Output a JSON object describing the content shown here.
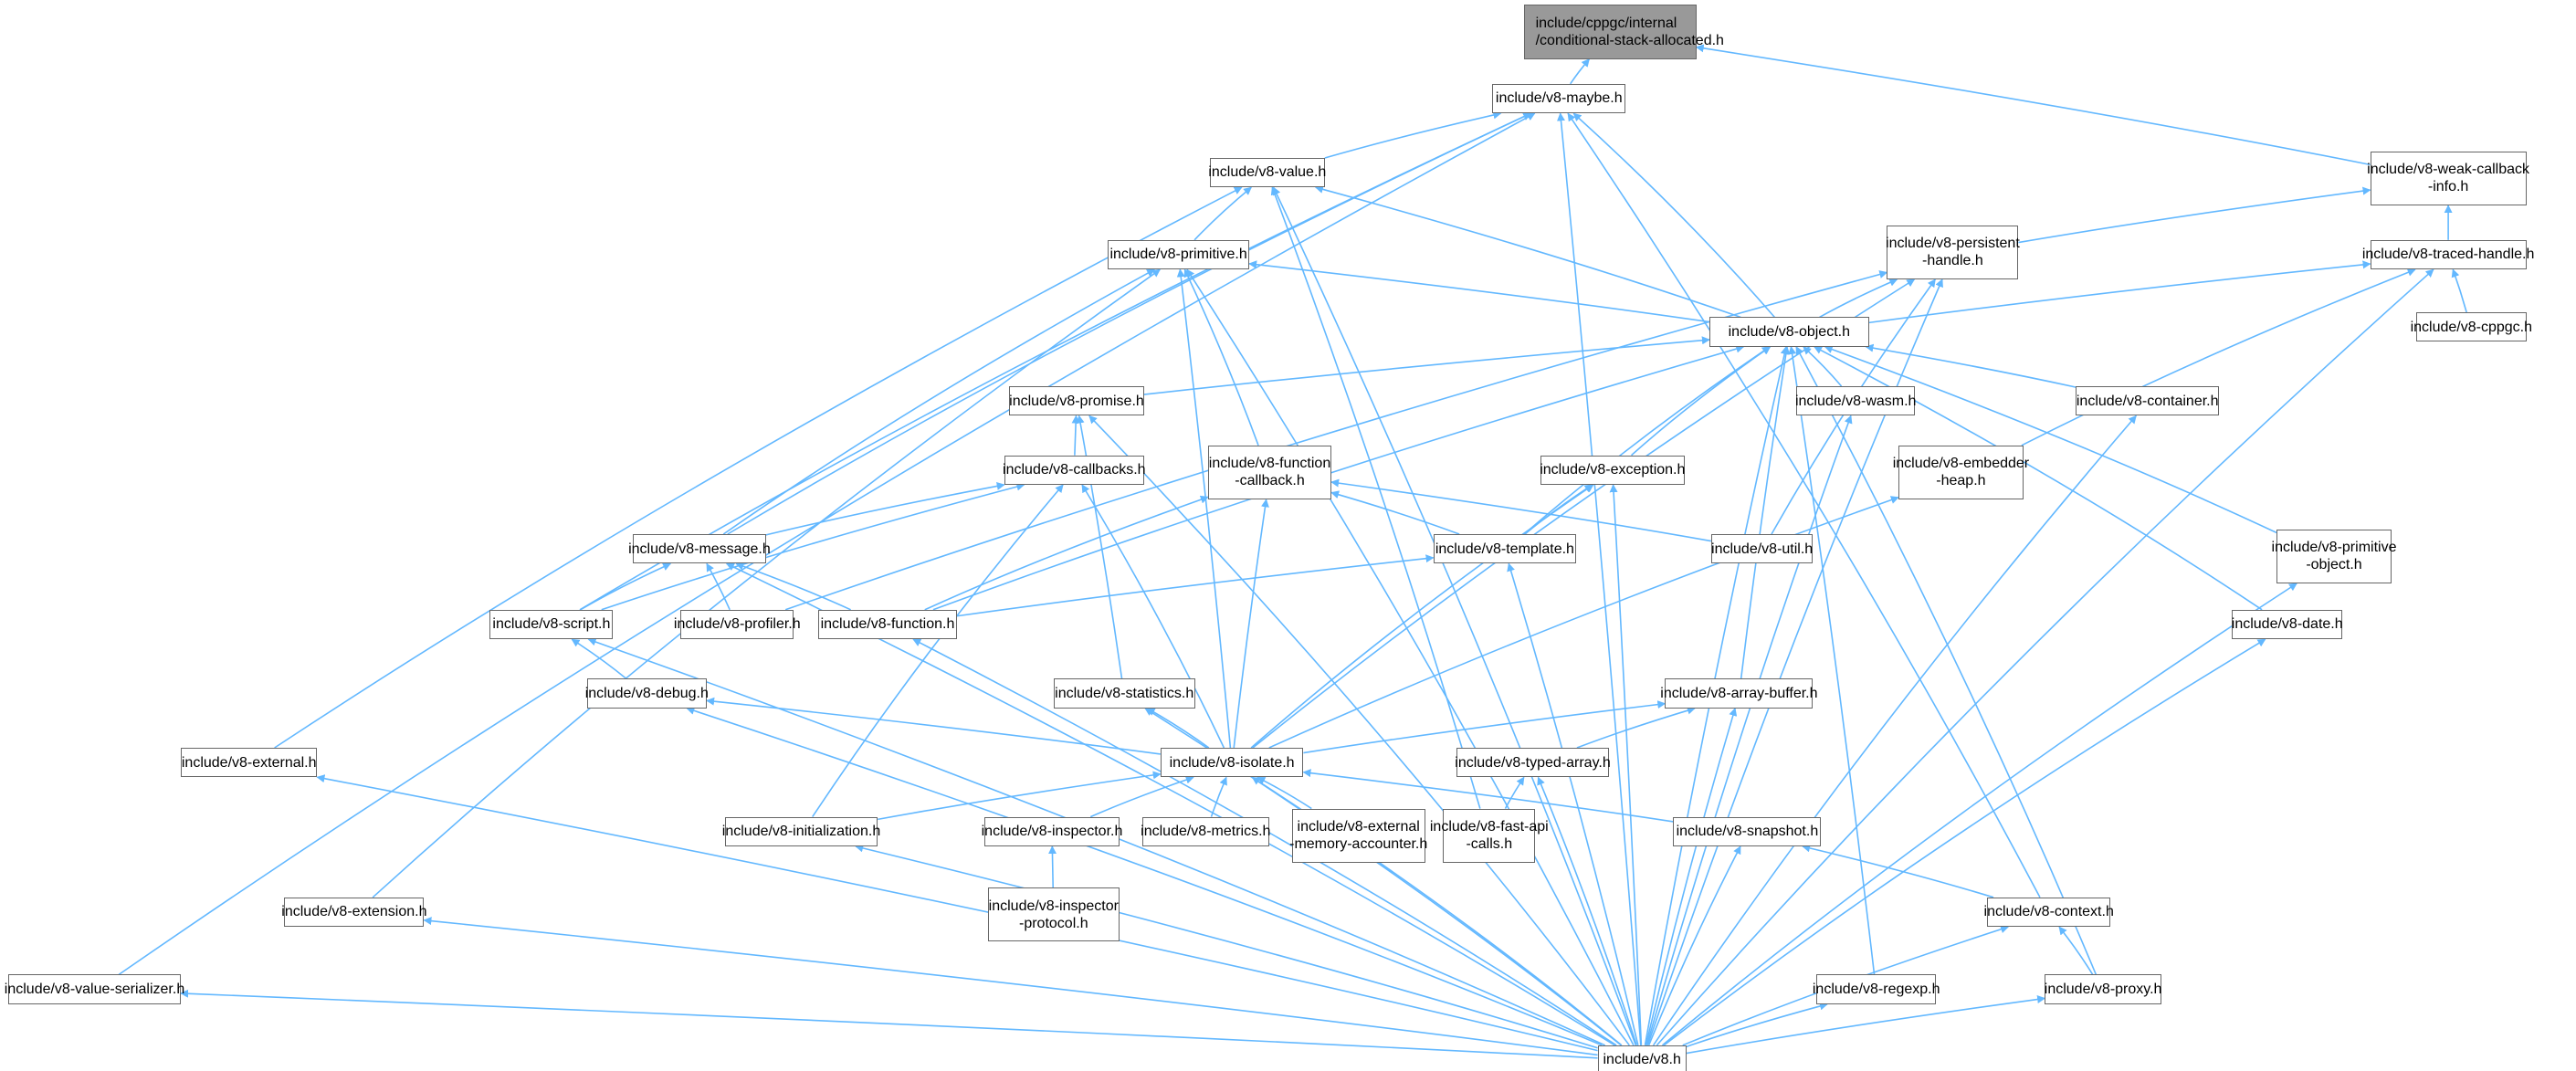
{
  "graph": {
    "edge_color": "#63b8ff",
    "root_fill": "#999999",
    "nodes": [
      {
        "id": "cppgc",
        "lines": [
          "include/cppgc/internal",
          "/conditional-stack-allocated.h"
        ]
      },
      {
        "id": "maybe",
        "lines": [
          "include/v8-maybe.h"
        ]
      },
      {
        "id": "value",
        "lines": [
          "include/v8-value.h"
        ]
      },
      {
        "id": "weakcb",
        "lines": [
          "include/v8-weak-callback",
          "-info.h"
        ]
      },
      {
        "id": "persistent",
        "lines": [
          "include/v8-persistent",
          "-handle.h"
        ]
      },
      {
        "id": "traced",
        "lines": [
          "include/v8-traced-handle.h"
        ]
      },
      {
        "id": "primitive",
        "lines": [
          "include/v8-primitive.h"
        ]
      },
      {
        "id": "object",
        "lines": [
          "include/v8-object.h"
        ]
      },
      {
        "id": "cppgch",
        "lines": [
          "include/v8-cppgc.h"
        ]
      },
      {
        "id": "promise",
        "lines": [
          "include/v8-promise.h"
        ]
      },
      {
        "id": "wasm",
        "lines": [
          "include/v8-wasm.h"
        ]
      },
      {
        "id": "container",
        "lines": [
          "include/v8-container.h"
        ]
      },
      {
        "id": "callbacks",
        "lines": [
          "include/v8-callbacks.h"
        ]
      },
      {
        "id": "funccb",
        "lines": [
          "include/v8-function",
          "-callback.h"
        ]
      },
      {
        "id": "exception",
        "lines": [
          "include/v8-exception.h"
        ]
      },
      {
        "id": "embedder",
        "lines": [
          "include/v8-embedder",
          "-heap.h"
        ]
      },
      {
        "id": "message",
        "lines": [
          "include/v8-message.h"
        ]
      },
      {
        "id": "template",
        "lines": [
          "include/v8-template.h"
        ]
      },
      {
        "id": "util",
        "lines": [
          "include/v8-util.h"
        ]
      },
      {
        "id": "primobj",
        "lines": [
          "include/v8-primitive",
          "-object.h"
        ]
      },
      {
        "id": "script",
        "lines": [
          "include/v8-script.h"
        ]
      },
      {
        "id": "profiler",
        "lines": [
          "include/v8-profiler.h"
        ]
      },
      {
        "id": "function",
        "lines": [
          "include/v8-function.h"
        ]
      },
      {
        "id": "date",
        "lines": [
          "include/v8-date.h"
        ]
      },
      {
        "id": "statistics",
        "lines": [
          "include/v8-statistics.h"
        ]
      },
      {
        "id": "debug",
        "lines": [
          "include/v8-debug.h"
        ]
      },
      {
        "id": "arraybuffer",
        "lines": [
          "include/v8-array-buffer.h"
        ]
      },
      {
        "id": "external",
        "lines": [
          "include/v8-external.h"
        ]
      },
      {
        "id": "isolate",
        "lines": [
          "include/v8-isolate.h"
        ]
      },
      {
        "id": "typedarray",
        "lines": [
          "include/v8-typed-array.h"
        ]
      },
      {
        "id": "init",
        "lines": [
          "include/v8-initialization.h"
        ]
      },
      {
        "id": "inspector",
        "lines": [
          "include/v8-inspector.h"
        ]
      },
      {
        "id": "metrics",
        "lines": [
          "include/v8-metrics.h"
        ]
      },
      {
        "id": "extmem",
        "lines": [
          "include/v8-external",
          "-memory-accounter.h"
        ]
      },
      {
        "id": "fastapi",
        "lines": [
          "include/v8-fast-api",
          "-calls.h"
        ]
      },
      {
        "id": "snapshot",
        "lines": [
          "include/v8-snapshot.h"
        ]
      },
      {
        "id": "inspproto",
        "lines": [
          "include/v8-inspector",
          "-protocol.h"
        ]
      },
      {
        "id": "extension",
        "lines": [
          "include/v8-extension.h"
        ]
      },
      {
        "id": "context",
        "lines": [
          "include/v8-context.h"
        ]
      },
      {
        "id": "valser",
        "lines": [
          "include/v8-value-serializer.h"
        ]
      },
      {
        "id": "regexp",
        "lines": [
          "include/v8-regexp.h"
        ]
      },
      {
        "id": "proxy",
        "lines": [
          "include/v8-proxy.h"
        ]
      },
      {
        "id": "v8",
        "lines": [
          "include/v8.h"
        ]
      }
    ],
    "edges": [
      [
        "maybe",
        "cppgc"
      ],
      [
        "weakcb",
        "cppgc"
      ],
      [
        "value",
        "maybe"
      ],
      [
        "object",
        "maybe"
      ],
      [
        "valser",
        "maybe"
      ],
      [
        "script",
        "maybe"
      ],
      [
        "message",
        "maybe"
      ],
      [
        "context",
        "maybe"
      ],
      [
        "v8",
        "maybe"
      ],
      [
        "external",
        "value"
      ],
      [
        "primitive",
        "value"
      ],
      [
        "object",
        "value"
      ],
      [
        "v8",
        "value"
      ],
      [
        "fastapi",
        "value"
      ],
      [
        "persistent",
        "weakcb"
      ],
      [
        "traced",
        "weakcb"
      ],
      [
        "object",
        "persistent"
      ],
      [
        "isolate",
        "persistent"
      ],
      [
        "util",
        "persistent"
      ],
      [
        "profiler",
        "persistent"
      ],
      [
        "v8",
        "persistent"
      ],
      [
        "object",
        "traced"
      ],
      [
        "cppgch",
        "traced"
      ],
      [
        "embedder",
        "traced"
      ],
      [
        "v8",
        "traced"
      ],
      [
        "object",
        "primitive"
      ],
      [
        "message",
        "primitive"
      ],
      [
        "funccb",
        "primitive"
      ],
      [
        "isolate",
        "primitive"
      ],
      [
        "extension",
        "primitive"
      ],
      [
        "v8",
        "primitive"
      ],
      [
        "promise",
        "object"
      ],
      [
        "wasm",
        "object"
      ],
      [
        "container",
        "object"
      ],
      [
        "exception",
        "object"
      ],
      [
        "template",
        "object"
      ],
      [
        "arraybuffer",
        "object"
      ],
      [
        "primobj",
        "object"
      ],
      [
        "date",
        "object"
      ],
      [
        "function",
        "object"
      ],
      [
        "regexp",
        "object"
      ],
      [
        "proxy",
        "object"
      ],
      [
        "v8",
        "object"
      ],
      [
        "callbacks",
        "promise"
      ],
      [
        "statistics",
        "promise"
      ],
      [
        "v8",
        "promise"
      ],
      [
        "message",
        "callbacks"
      ],
      [
        "script",
        "callbacks"
      ],
      [
        "init",
        "callbacks"
      ],
      [
        "isolate",
        "callbacks"
      ],
      [
        "function",
        "funccb"
      ],
      [
        "template",
        "funccb"
      ],
      [
        "util",
        "funccb"
      ],
      [
        "isolate",
        "funccb"
      ],
      [
        "template",
        "exception"
      ],
      [
        "isolate",
        "exception"
      ],
      [
        "v8",
        "exception"
      ],
      [
        "isolate",
        "embedder"
      ],
      [
        "script",
        "message"
      ],
      [
        "profiler",
        "message"
      ],
      [
        "function",
        "message"
      ],
      [
        "v8",
        "message"
      ],
      [
        "function",
        "template"
      ],
      [
        "v8",
        "template"
      ],
      [
        "v8",
        "container"
      ],
      [
        "v8",
        "wasm"
      ],
      [
        "v8",
        "primobj"
      ],
      [
        "v8",
        "date"
      ],
      [
        "debug",
        "script"
      ],
      [
        "v8",
        "script"
      ],
      [
        "v8",
        "function"
      ],
      [
        "v8",
        "debug"
      ],
      [
        "isolate",
        "debug"
      ],
      [
        "isolate",
        "statistics"
      ],
      [
        "v8",
        "statistics"
      ],
      [
        "isolate",
        "arraybuffer"
      ],
      [
        "typedarray",
        "arraybuffer"
      ],
      [
        "v8",
        "arraybuffer"
      ],
      [
        "v8",
        "external"
      ],
      [
        "init",
        "isolate"
      ],
      [
        "inspector",
        "isolate"
      ],
      [
        "metrics",
        "isolate"
      ],
      [
        "extmem",
        "isolate"
      ],
      [
        "snapshot",
        "isolate"
      ],
      [
        "v8",
        "isolate"
      ],
      [
        "fastapi",
        "typedarray"
      ],
      [
        "v8",
        "typedarray"
      ],
      [
        "v8",
        "init"
      ],
      [
        "inspproto",
        "inspector"
      ],
      [
        "context",
        "snapshot"
      ],
      [
        "v8",
        "snapshot"
      ],
      [
        "v8",
        "extension"
      ],
      [
        "proxy",
        "context"
      ],
      [
        "v8",
        "context"
      ],
      [
        "v8",
        "valser"
      ],
      [
        "v8",
        "regexp"
      ],
      [
        "v8",
        "proxy"
      ]
    ]
  }
}
